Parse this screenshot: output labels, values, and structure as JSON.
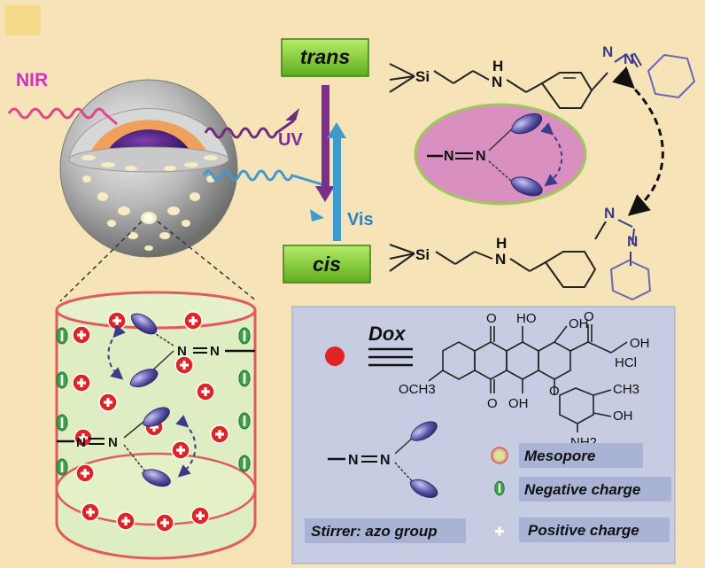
{
  "labels": {
    "nir": "NIR",
    "uv": "UV",
    "vis": "Vis",
    "trans": "trans",
    "cis": "cis"
  },
  "molecules": {
    "si": "Si",
    "h": "H",
    "n": "N",
    "azo_center": "N=N"
  },
  "legend": {
    "dox": "Dox",
    "hcl": "HCl",
    "och3": "OCH3",
    "o": "O",
    "oh": "OH",
    "ho": "HO",
    "ch3": "CH3",
    "nh2": "NH2",
    "mesopore": "Mesopore",
    "negative": "Negative charge",
    "positive": "Positive charge",
    "stirrer": "Stirrer: azo group"
  },
  "colors": {
    "background": "#f6e4b8",
    "legend_panel": "#c6cde2",
    "uv_arrow": "#7b2e8a",
    "vis_arrow": "#3f9ad0",
    "nir_wave": "#e0458a",
    "green_box": "#8ad13c",
    "dox_red": "#e02424"
  }
}
